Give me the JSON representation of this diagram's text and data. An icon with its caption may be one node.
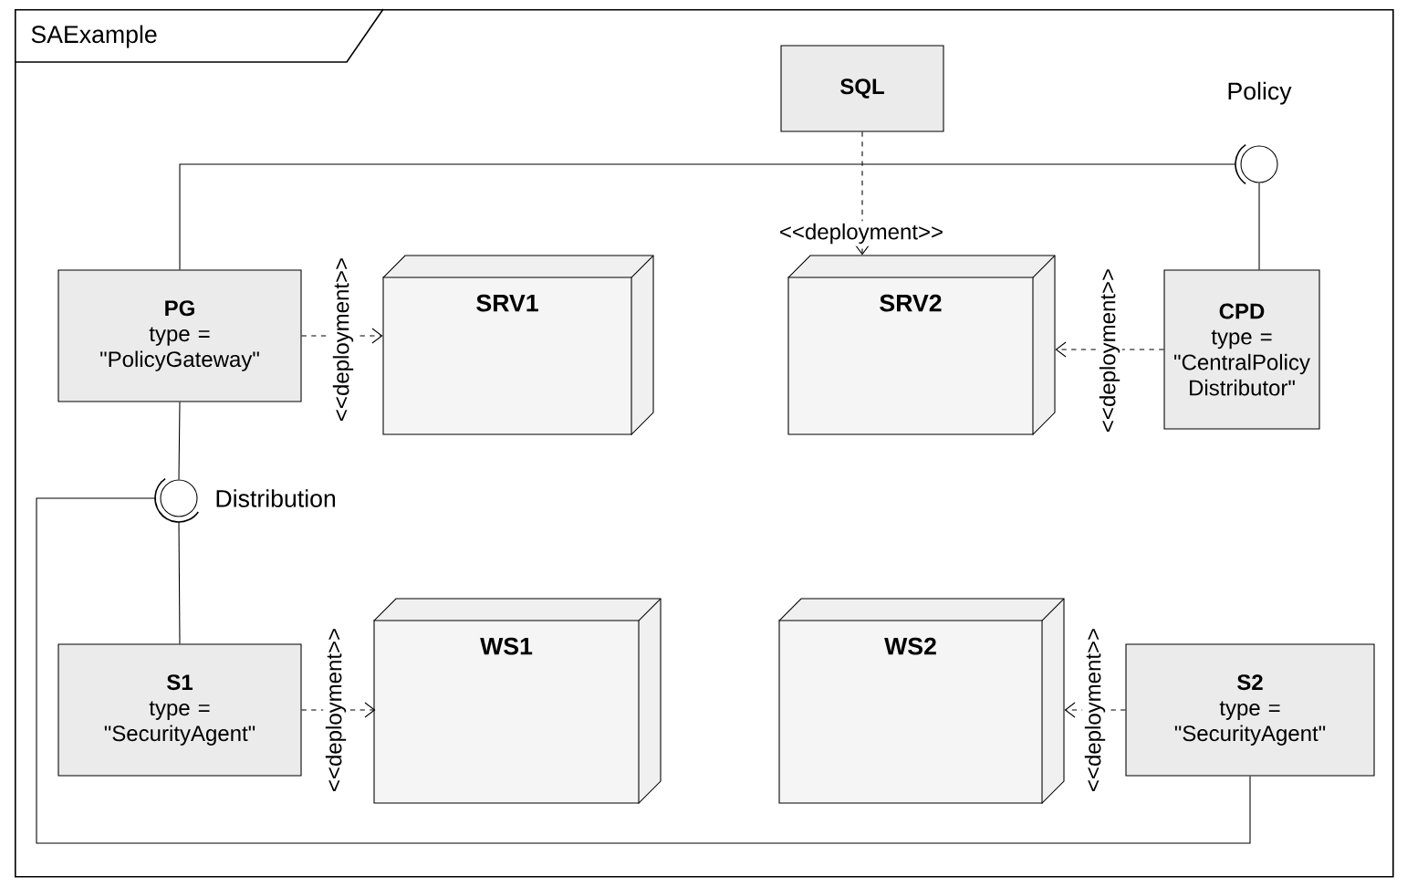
{
  "diagram": {
    "nodes": [
      {
        "text": [
          "SAExample"
        ]
      },
      {
        "text": [
          "SQL"
        ],
        "in": 0
      },
      {
        "text": [],
        "shape": "circle",
        "beside": [
          "Policy"
        ],
        "in": 0
      },
      {
        "text": [
          "PG",
          "type = \"PolicyGateway\""
        ],
        "in": 0
      },
      {
        "text": [
          "SRV1"
        ],
        "in": 0
      },
      {
        "text": [
          "SRV2"
        ],
        "in": 0
      },
      {
        "text": [
          "CPD",
          "type = \"CentralPolicy Distributor\""
        ],
        "in": 0
      },
      {
        "text": [],
        "shape": "circle",
        "beside": [
          "Distribution"
        ],
        "in": 0
      },
      {
        "text": [
          "S1",
          "type = \"SecurityAgent\""
        ],
        "in": 0
      },
      {
        "text": [
          "WS1"
        ],
        "in": 0
      },
      {
        "text": [
          "WS2"
        ],
        "in": 0
      },
      {
        "text": [
          "S2",
          "type = \"SecurityAgent\""
        ],
        "in": 0
      }
    ],
    "edges": [
      {
        "from": 6,
        "to": 2,
        "arrow": "none"
      },
      {
        "from": 3,
        "to": 2,
        "arrow": "none"
      },
      {
        "from": 1,
        "to": 5,
        "arrow": "to",
        "style": "dashed",
        "label": "<<deployment>>"
      },
      {
        "from": 3,
        "to": 4,
        "arrow": "to",
        "style": "dashed",
        "label": "<<deployment>>"
      },
      {
        "from": 6,
        "to": 5,
        "arrow": "to",
        "style": "dashed",
        "label": "<<deployment>>"
      },
      {
        "from": 3,
        "to": 7,
        "arrow": "none"
      },
      {
        "from": 11,
        "to": 7,
        "arrow": "none"
      },
      {
        "from": 8,
        "to": 7,
        "arrow": "none"
      },
      {
        "from": 8,
        "to": 9,
        "arrow": "to",
        "style": "dashed",
        "label": "<<deployment>>"
      },
      {
        "from": 11,
        "to": 10,
        "arrow": "to",
        "style": "dashed",
        "label": "<<deployment>>"
      }
    ]
  }
}
